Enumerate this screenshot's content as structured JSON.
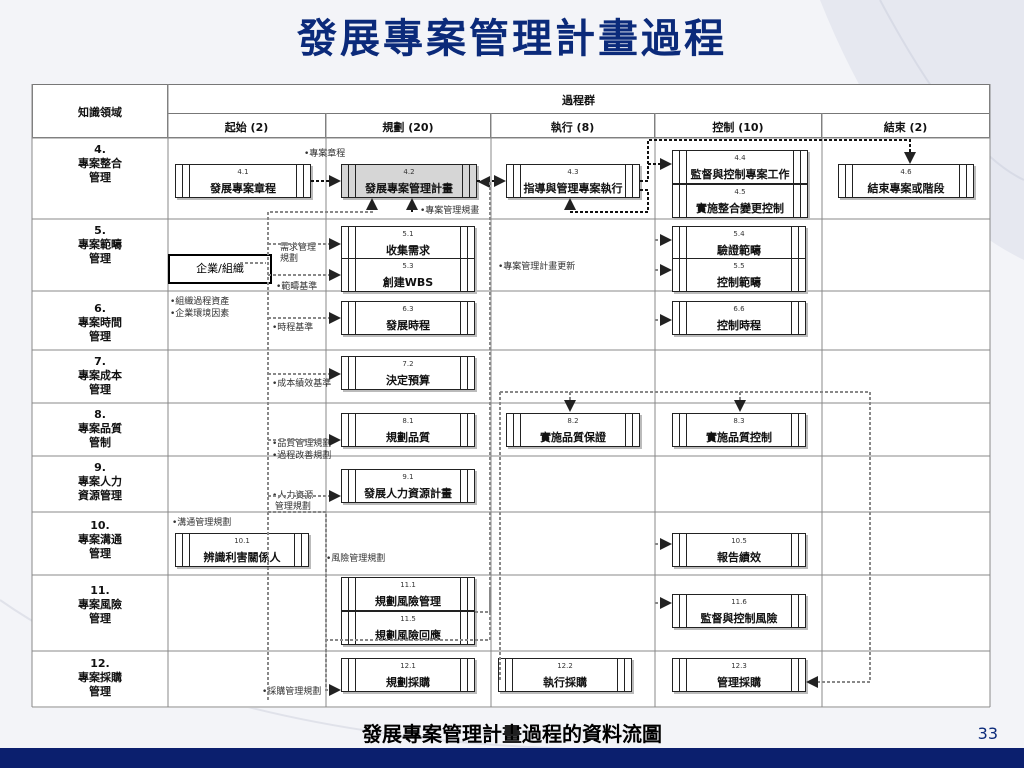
{
  "title": "發展專案管理計畫過程",
  "caption": "發展專案管理計畫過程的資料流圖",
  "page_number": "33",
  "header": {
    "knowledge_area": "知識領域",
    "process_group": "過程群",
    "groups": [
      "起始 (2)",
      "規劃 (20)",
      "執行 (8)",
      "控制 (10)",
      "結束 (2)"
    ]
  },
  "areas": [
    {
      "num": "4.",
      "name": "專案整合\n管理"
    },
    {
      "num": "5.",
      "name": "專案範疇\n管理"
    },
    {
      "num": "6.",
      "name": "專案時間\n管理"
    },
    {
      "num": "7.",
      "name": "專案成本\n管理"
    },
    {
      "num": "8.",
      "name": "專案品質\n管制"
    },
    {
      "num": "9.",
      "name": "專案人力\n資源管理"
    },
    {
      "num": "10.",
      "name": "專案溝通\n管理"
    },
    {
      "num": "11.",
      "name": "專案風險\n管理"
    },
    {
      "num": "12.",
      "name": "專案採購\n管理"
    }
  ],
  "processes": [
    {
      "num": "4.1",
      "name": "發展專案章程"
    },
    {
      "num": "4.2",
      "name": "發展專案管理計畫"
    },
    {
      "num": "4.3",
      "name": "指導與管理專案執行"
    },
    {
      "num": "4.4",
      "name": "監督與控制專案工作"
    },
    {
      "num": "4.5",
      "name": "實施整合變更控制"
    },
    {
      "num": "4.6",
      "name": "結束專案或階段"
    },
    {
      "num": "5.1",
      "name": "收集需求"
    },
    {
      "num": "5.3",
      "name": "創建WBS"
    },
    {
      "num": "5.4",
      "name": "驗證範疇"
    },
    {
      "num": "5.5",
      "name": "控制範疇"
    },
    {
      "num": "6.3",
      "name": "發展時程"
    },
    {
      "num": "6.6",
      "name": "控制時程"
    },
    {
      "num": "7.2",
      "name": "決定預算"
    },
    {
      "num": "8.1",
      "name": "規劃品質"
    },
    {
      "num": "8.2",
      "name": "實施品質保證"
    },
    {
      "num": "8.3",
      "name": "實施品質控制"
    },
    {
      "num": "9.1",
      "name": "發展人力資源計畫"
    },
    {
      "num": "10.1",
      "name": "辨識利害關係人"
    },
    {
      "num": "10.5",
      "name": "報告績效"
    },
    {
      "num": "11.1",
      "name": "規劃風險管理"
    },
    {
      "num": "11.5",
      "name": "規劃風險回應"
    },
    {
      "num": "11.6",
      "name": "監督與控制風險"
    },
    {
      "num": "12.1",
      "name": "規劃採購"
    },
    {
      "num": "12.2",
      "name": "執行採購"
    },
    {
      "num": "12.3",
      "name": "管理採購"
    }
  ],
  "org_box": "企業/組織",
  "notes": [
    "•專案章程",
    "•專案管理規畫",
    "需求管理\n規劃",
    "•範疇基準",
    "•專案管理計畫更新",
    "•組織過程資產\n•企業環境因素",
    "•時程基準",
    "•成本績效基準",
    "•品質管理規劃\n•過程改善規劃",
    "•人力資源\n管理規劃",
    "•溝通管理規劃",
    "•風險管理規劃",
    "•採購管理規劃"
  ],
  "colors": {
    "title": "#0b2a7a",
    "footer": "#0b1f6e",
    "shaded": "#d6d6d6"
  }
}
